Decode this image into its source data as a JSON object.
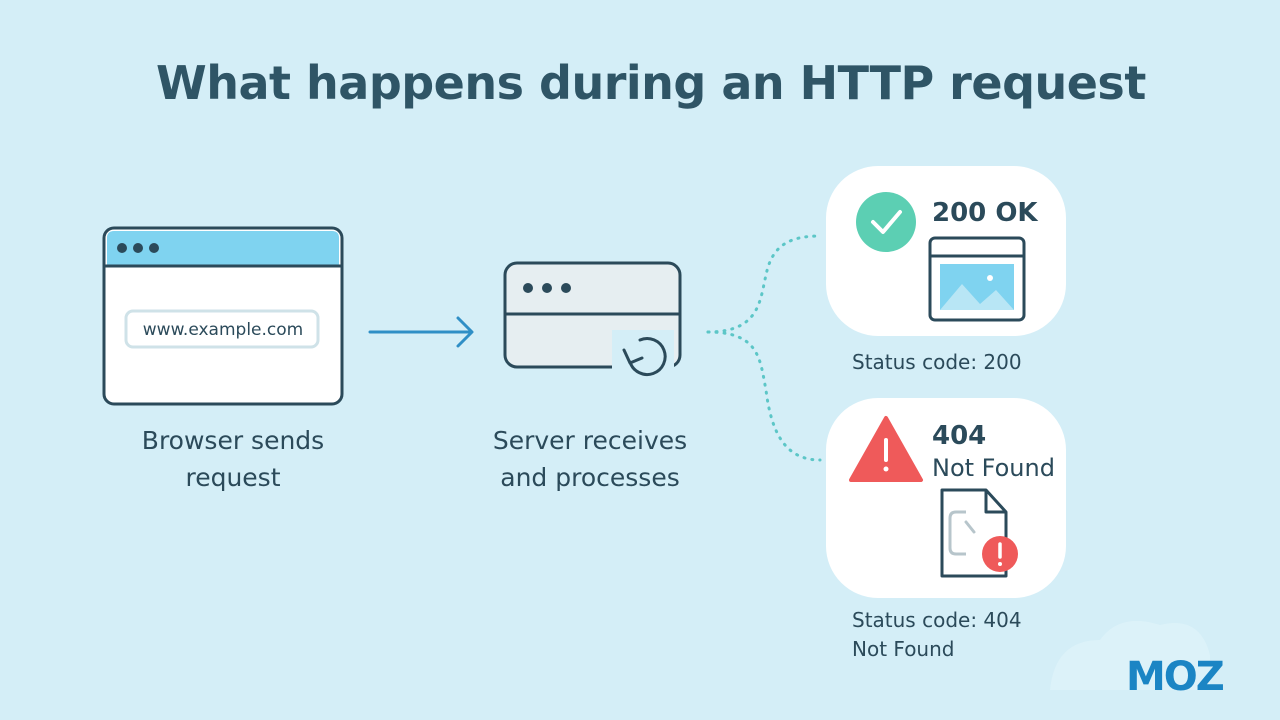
{
  "title": "What happens during an HTTP request",
  "browser": {
    "url": "www.example.com",
    "caption": "Browser sends request"
  },
  "server": {
    "caption": "Server receives and processes"
  },
  "responses": {
    "ok": {
      "title": "200 OK",
      "caption": "Status code: 200"
    },
    "not_found": {
      "code": "404",
      "text": "Not Found",
      "caption": "Status code: 404 Not Found"
    }
  },
  "brand": {
    "logo": "MOZ"
  },
  "colors": {
    "background": "#d4eef7",
    "browser_bar": "#7fd3f0",
    "arrow": "#2f8fc6",
    "connector": "#5cc6c7",
    "success": "#5ccfb3",
    "error": "#ef5a5a",
    "text": "#2b4a5a",
    "logo": "#1b85c4"
  },
  "icons": [
    "browser-window-icon",
    "arrow-right-icon",
    "server-icon",
    "refresh-icon",
    "check-circle-icon",
    "image-window-icon",
    "warning-triangle-icon",
    "broken-file-icon",
    "error-badge-icon"
  ]
}
